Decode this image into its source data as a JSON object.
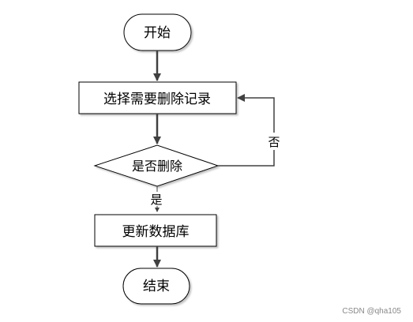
{
  "flowchart": {
    "start": "开始",
    "select_records": "选择需要删除记录",
    "decision": "是否删除",
    "update_db": "更新数据库",
    "end": "结束",
    "branch_no": "否",
    "branch_yes": "是"
  },
  "watermark": "CSDN @qha105"
}
